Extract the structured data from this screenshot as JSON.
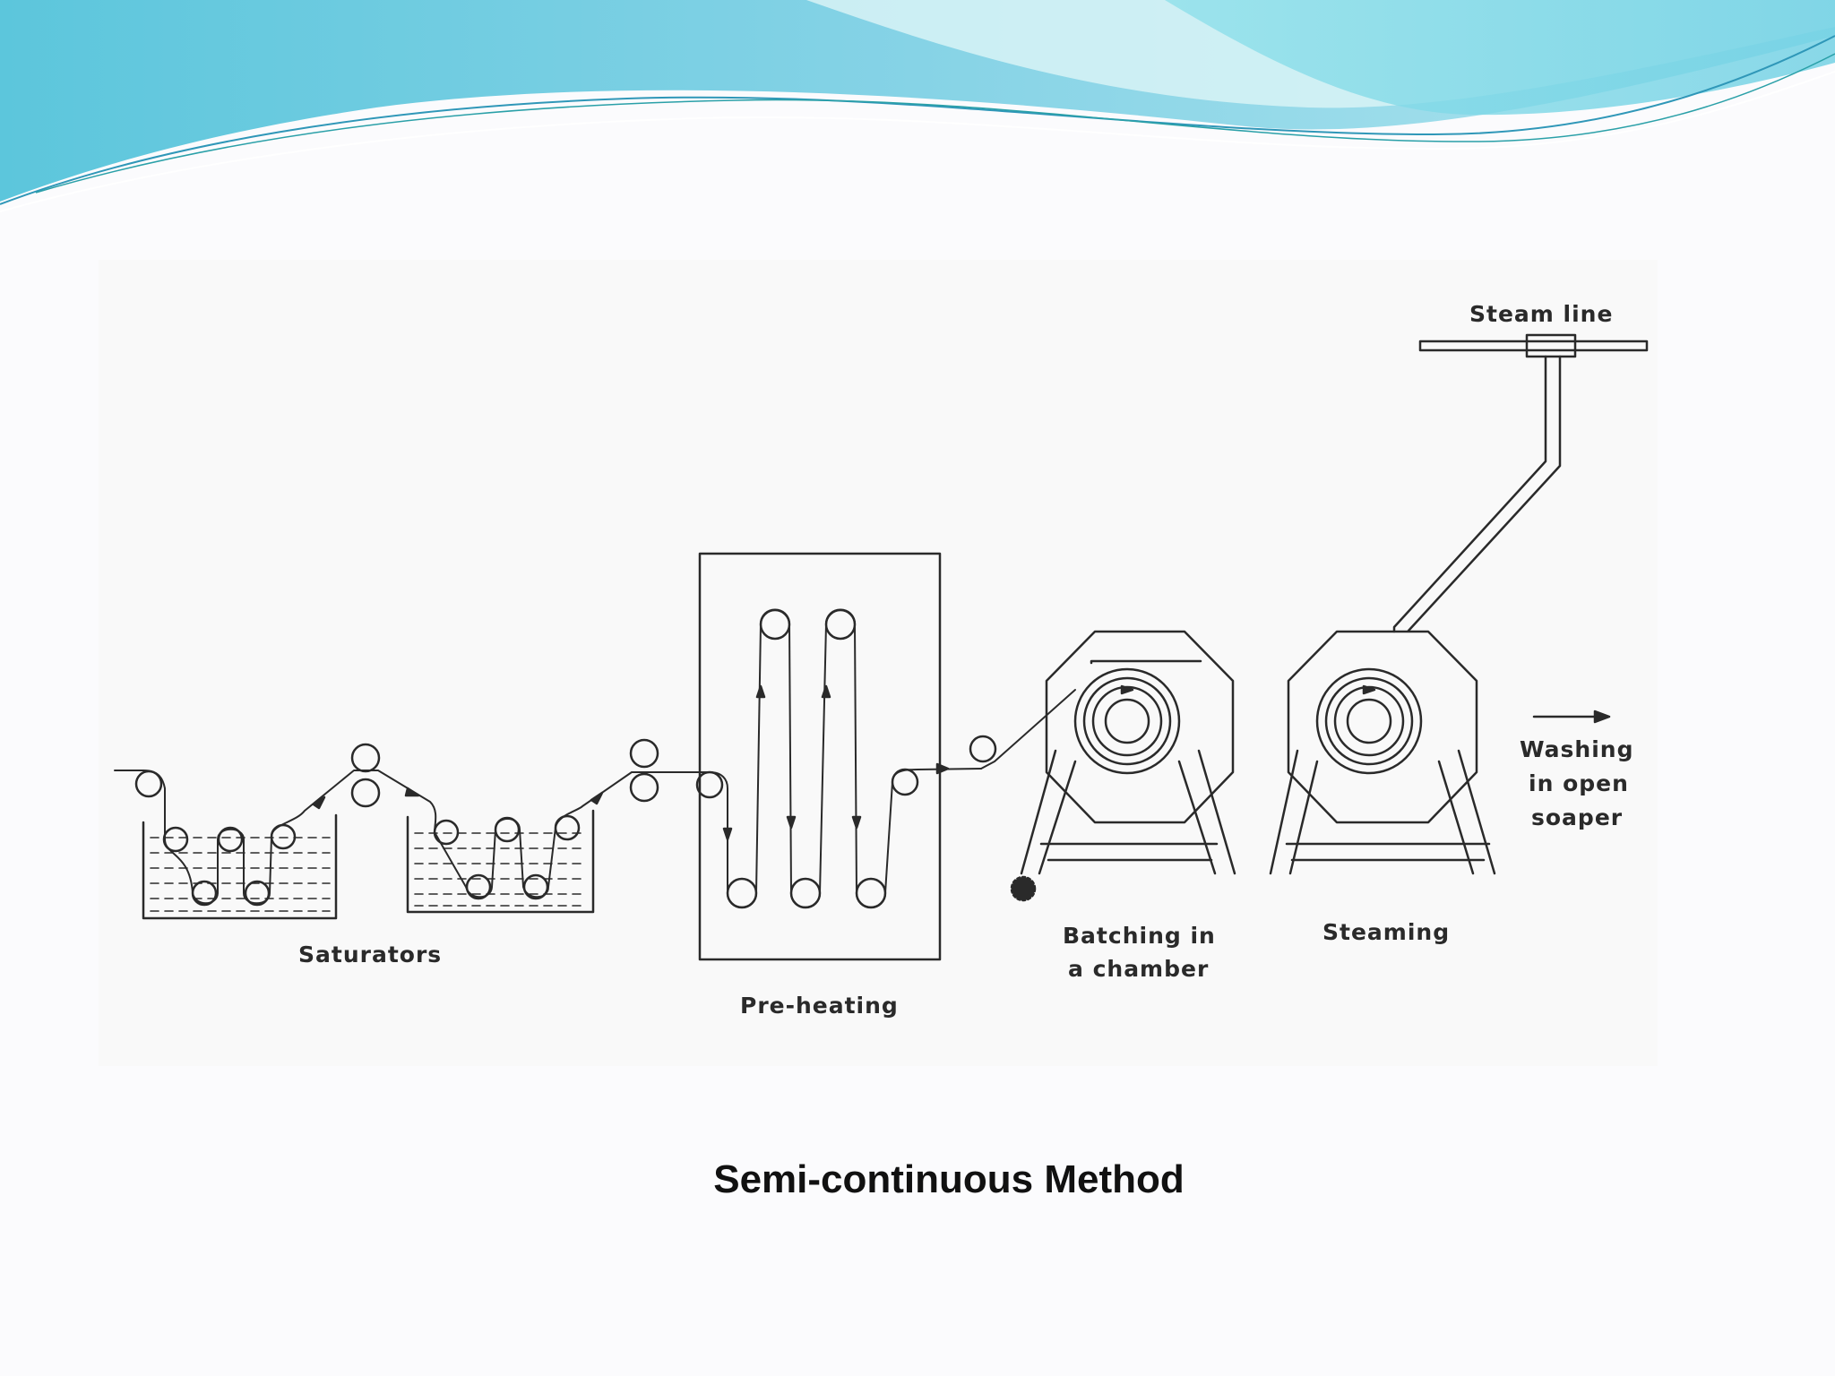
{
  "colors": {
    "wave_light": "#c9eef3",
    "wave_mid": "#6fd0df",
    "wave_dark": "#3aa6c6",
    "background": "#fbfbfd",
    "ink": "#2a2a2a"
  },
  "diagram": {
    "labels": {
      "steam_line": "Steam line",
      "saturators": "Saturators",
      "pre_heating": "Pre-heating",
      "batching_line1": "Batching in",
      "batching_line2": "a chamber",
      "steaming": "Steaming",
      "washing_line1": "Washing",
      "washing_line2": "in open",
      "washing_line3": "soaper"
    }
  },
  "caption": "Semi-continuous Method"
}
